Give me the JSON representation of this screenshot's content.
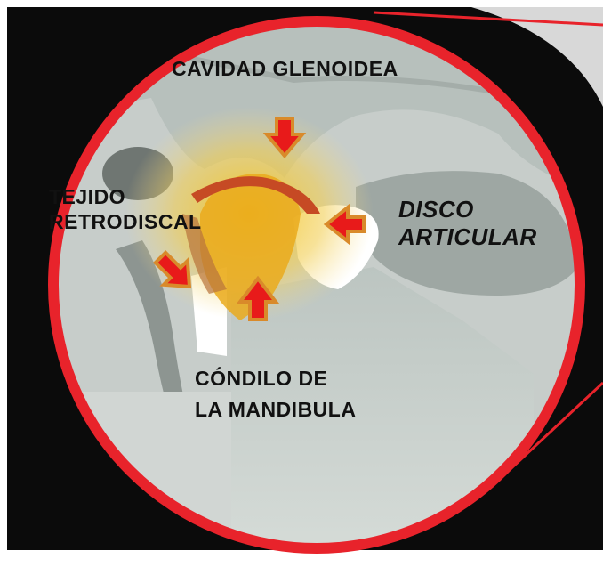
{
  "labels": {
    "cavidad_glenoidea": "CAVIDAD GLENOIDEA",
    "tejido_line1": "TEJIDO",
    "tejido_line2": "RETRODISCAL",
    "disco_line1": "DISCO",
    "disco_line2": "ARTICULAR",
    "condilo_line1": "CÓNDILO DE",
    "condilo_line2": "LA MANDIBULA"
  },
  "colors": {
    "circle_border": "#e8232b",
    "arrow_fill": "#e81a1a",
    "arrow_outline": "#d98a2a",
    "highlight": "#f0c23a",
    "bone": "#c9d0cc",
    "background": "#0b0b0b"
  }
}
